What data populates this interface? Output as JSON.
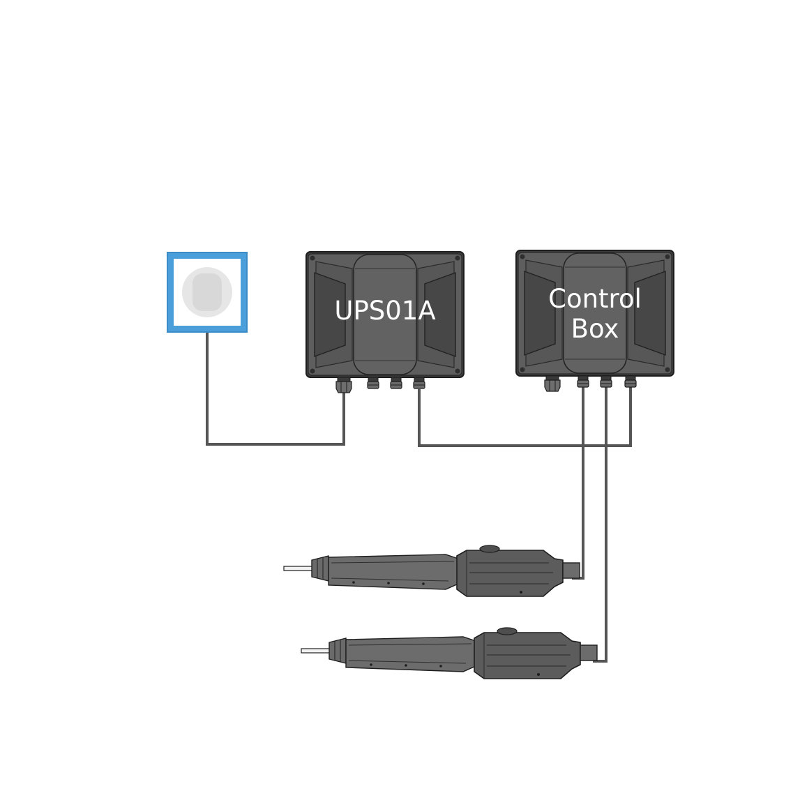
{
  "ups": {
    "label": "UPS01A"
  },
  "control_box": {
    "label_line1": "Control",
    "label_line2": "Box"
  },
  "colors": {
    "socket_frame": "#4a9fdb",
    "socket_inner": "#e6e6e6",
    "enclosure": "#5e5e5e",
    "enclosure_dark": "#3c3c3c",
    "wire": "#555555",
    "actuator": "#5a5a5a"
  },
  "icons": {
    "socket": "wall-socket-icon",
    "ups": "ups-enclosure-icon",
    "control_box": "control-box-enclosure-icon",
    "actuator": "linear-actuator-icon"
  }
}
